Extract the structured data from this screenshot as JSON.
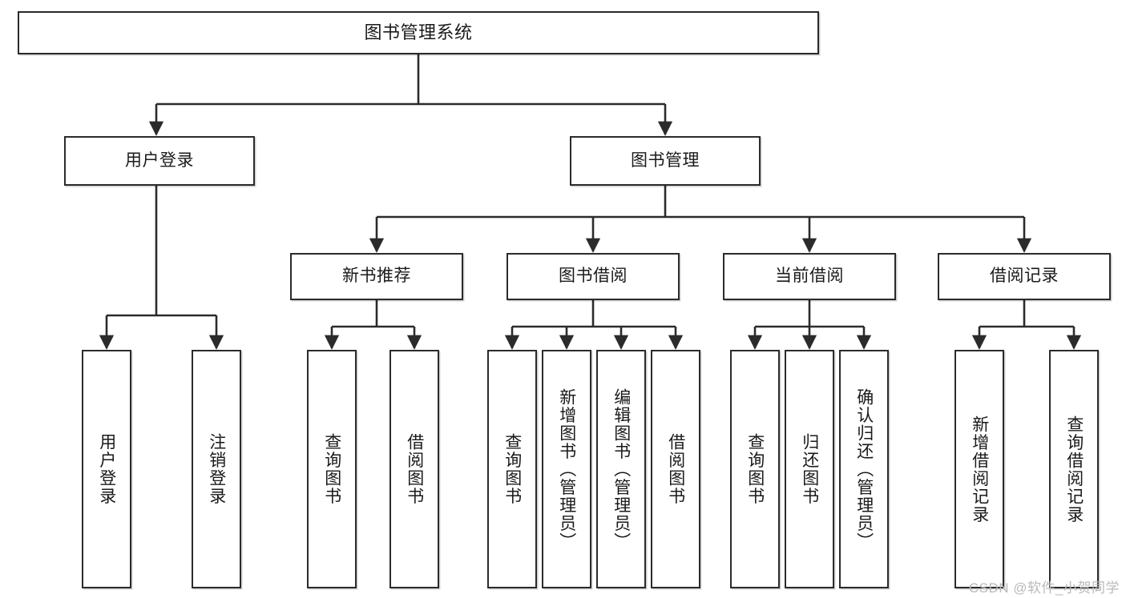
{
  "diagram": {
    "type": "tree-hierarchy",
    "title": "图书管理系统",
    "orientation": "top-down",
    "colors": {
      "node_border": "#2b2b2b",
      "node_fill": "#ffffff",
      "edge": "#2b2b2b",
      "background": "#ffffff",
      "watermark": "#b9b9b9"
    },
    "watermark": "CSDN @软件_小贺同学",
    "nodes": {
      "root": {
        "label": "图书管理系统"
      },
      "level2": [
        {
          "id": "user_login",
          "label": "用户登录"
        },
        {
          "id": "book_manage",
          "label": "图书管理"
        }
      ],
      "level3": [
        {
          "id": "new_book_rec",
          "label": "新书推荐"
        },
        {
          "id": "book_borrow",
          "label": "图书借阅"
        },
        {
          "id": "current_borrow",
          "label": "当前借阅"
        },
        {
          "id": "borrow_record",
          "label": "借阅记录"
        }
      ],
      "leaves": {
        "user_login": [
          {
            "id": "leaf_user_login",
            "label": "用户登录"
          },
          {
            "id": "leaf_user_logout",
            "label": "注销登录"
          }
        ],
        "new_book_rec": [
          {
            "id": "leaf_query_book_1",
            "label": "查询图书"
          },
          {
            "id": "leaf_borrow_book_1",
            "label": "借阅图书"
          }
        ],
        "book_borrow": [
          {
            "id": "leaf_query_book_2",
            "label": "查询图书"
          },
          {
            "id": "leaf_add_book",
            "label": "新增图书（管理员）"
          },
          {
            "id": "leaf_edit_book",
            "label": "编辑图书（管理员）"
          },
          {
            "id": "leaf_borrow_book_2",
            "label": "借阅图书"
          }
        ],
        "current_borrow": [
          {
            "id": "leaf_query_book_3",
            "label": "查询图书"
          },
          {
            "id": "leaf_return_book",
            "label": "归还图书"
          },
          {
            "id": "leaf_confirm_return",
            "label": "确认归还（管理员）"
          }
        ],
        "borrow_record": [
          {
            "id": "leaf_add_record",
            "label": "新增借阅记录"
          },
          {
            "id": "leaf_query_record",
            "label": "查询借阅记录"
          }
        ]
      }
    }
  }
}
